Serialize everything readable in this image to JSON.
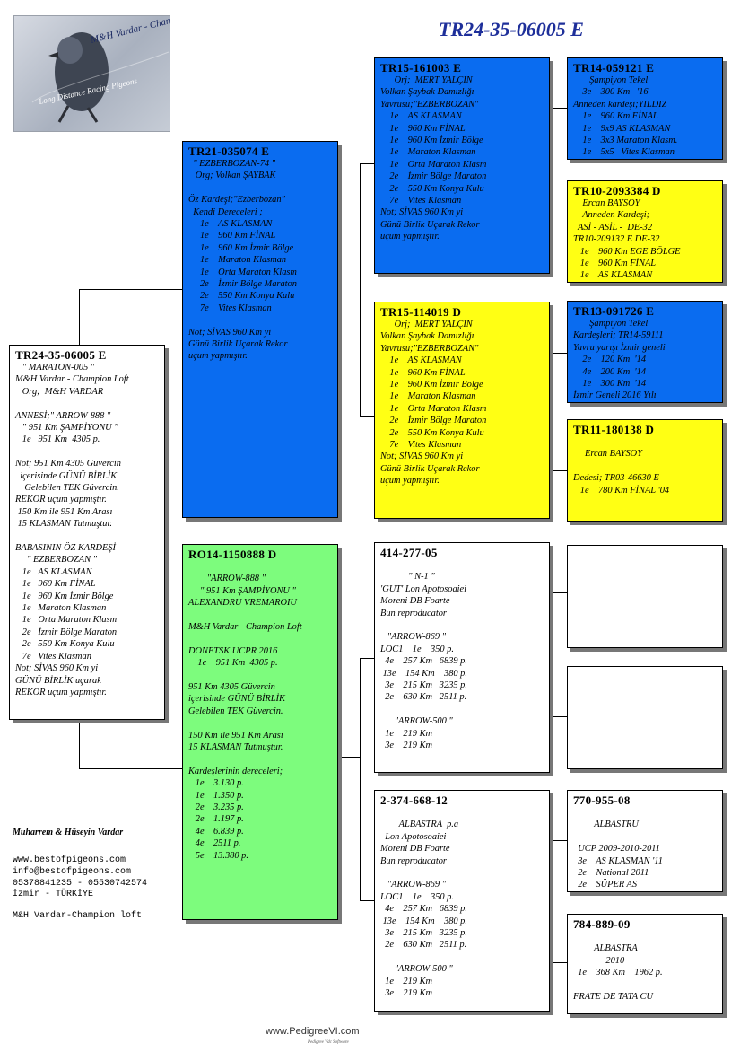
{
  "title": "TR24-35-06005 E",
  "logo": {
    "text_top": "M&H Vardar - Champion Loft",
    "text_bottom": "Long Distance Racing Pigeons"
  },
  "boxes": [
    {
      "id": "subject",
      "color": "white",
      "ring": "TR24-35-06005 E",
      "lines": [
        "   \" MARATON-005 \"",
        "M&H Vardar - Champion Loft",
        "   Org;  M&H VARDAR",
        "",
        "ANNESİ;\" ARROW-888 \"",
        "   \" 951 Km ŞAMPİYONU \"",
        "   1e   951 Km  4305 p.",
        "",
        "Not; 951 Km 4305 Güvercin",
        "  içerisinde GÜNÜ BİRLİK",
        "    Gelebilen TEK Güvercin.",
        "REKOR uçum yapmıştır.",
        " 150 Km ile 951 Km Arası",
        " 15 KLASMAN Tutmuştur.",
        "",
        "BABASININ ÖZ KARDEŞİ",
        "     \" EZBERBOZAN \"",
        "   1e   AS KLASMAN",
        "   1e   960 Km FİNAL",
        "   1e   960 Km İzmir Bölge",
        "   1e   Maraton Klasman",
        "   1e   Orta Maraton Klasm",
        "   2e   İzmir Bölge Maraton",
        "   2e   550 Km Konya Kulu",
        "   7e   Vites Klasman",
        "Not; SİVAS 960 Km yi",
        "GÜNÜ BİRLİK uçarak",
        "REKOR uçum yapmıştır."
      ]
    },
    {
      "id": "sire",
      "color": "blue",
      "ring": "TR21-035074 E",
      "lines": [
        "  \" EZBERBOZAN-74 \"",
        "   Org; Volkan ŞAYBAK",
        "",
        "Öz Kardeşi;\"Ezberbozan\"",
        "  Kendi Dereceleri ;",
        "     1e    AS KLASMAN",
        "     1e    960 Km FİNAL",
        "     1e    960 Km İzmir Bölge",
        "     1e    Maraton Klasman",
        "     1e    Orta Maraton Klasm",
        "     2e    İzmir Bölge Maraton",
        "     2e    550 Km Konya Kulu",
        "     7e    Vites Klasman",
        "",
        "Not; SİVAS 960 Km yi",
        "Günü Birlik Uçarak Rekor",
        "uçum yapmıştır."
      ]
    },
    {
      "id": "dam",
      "color": "green",
      "ring": "RO14-1150888 D",
      "lines": [
        "",
        "        \"ARROW-888 \"",
        "     \" 951 Km ŞAMPİYONU \"",
        "ALEXANDRU VREMAROIU",
        "",
        "M&H Vardar - Champion Loft",
        "",
        "DONETSK UCPR 2016",
        "    1e    951 Km  4305 p.",
        "",
        "951 Km 4305 Güvercin",
        "içerisinde GÜNÜ BİRLİK",
        "Gelebilen TEK Güvercin.",
        "",
        "150 Km ile 951 Km Arası",
        "15 KLASMAN Tutmuştur.",
        "",
        "Kardeşlerinin dereceleri;",
        "   1e    3.130 p.",
        "   1e    1.350 p.",
        "   2e    3.235 p.",
        "   2e    1.197 p.",
        "   4e    6.839 p.",
        "   4e    2511 p.",
        "   5e    13.380 p."
      ]
    },
    {
      "id": "ss",
      "color": "blue",
      "ring": "TR15-161003 E",
      "lines": [
        "      Orj;  MERT YALÇIN",
        "Volkan Şaybak Damızlığı",
        "Yavrusu;\"EZBERBOZAN\"",
        "    1e    AS KLASMAN",
        "    1e    960 Km FİNAL",
        "    1e    960 Km İzmir Bölge",
        "    1e    Maraton Klasman",
        "    1e    Orta Maraton Klasm",
        "    2e    İzmir Bölge Maraton",
        "    2e    550 Km Konya Kulu",
        "    7e    Vites Klasman",
        "Not; SİVAS 960 Km yi",
        "Günü Birlik Uçarak Rekor",
        "uçum yapmıştır."
      ]
    },
    {
      "id": "sd",
      "color": "yellow",
      "ring": "TR15-114019 D",
      "lines": [
        "      Orj;  MERT YALÇIN",
        "Volkan Şaybak Damızlığı",
        "Yavrusu;\"EZBERBOZAN\"",
        "    1e    AS KLASMAN",
        "    1e    960 Km FİNAL",
        "    1e    960 Km İzmir Bölge",
        "    1e    Maraton Klasman",
        "    1e    Orta Maraton Klasm",
        "    2e    İzmir Bölge Maraton",
        "    2e    550 Km Konya Kulu",
        "    7e    Vites Klasman",
        "Not; SİVAS 960 Km yi",
        "Günü Birlik Uçarak Rekor",
        "uçum yapmıştır."
      ]
    },
    {
      "id": "ds",
      "color": "white",
      "ring": "414-277-05",
      "lines": [
        "",
        "            \" N-1 \"",
        "'GUT' Lon Apotosoaiei",
        "Moreni DB Foarte",
        "Bun reproducator",
        "",
        "   \"ARROW-869 \"",
        "LOC1    1e    350 p.",
        "  4e    257 Km   6839 p.",
        " 13e    154 Km    380 p.",
        "  3e    215 Km   3235 p.",
        "  2e    630 Km   2511 p.",
        "",
        "      \"ARROW-500 \"",
        "  1e    219 Km",
        "  3e    219 Km"
      ]
    },
    {
      "id": "dd",
      "color": "white",
      "ring": "2-374-668-12",
      "lines": [
        "",
        "        ALBASTRA  p.a",
        "  Lon Apotosoaiei",
        "Moreni DB Foarte",
        "Bun reproducator",
        "",
        "   \"ARROW-869 \"",
        "LOC1    1e    350 p.",
        "  4e    257 Km   6839 p.",
        " 13e    154 Km    380 p.",
        "  3e    215 Km   3235 p.",
        "  2e    630 Km   2511 p.",
        "",
        "      \"ARROW-500 \"",
        "  1e    219 Km",
        "  3e    219 Km"
      ]
    },
    {
      "id": "sss",
      "color": "blue",
      "ring": "TR14-059121 E",
      "lines": [
        "       Şampiyon Tekel",
        "    3e    300 Km   '16",
        "Anneden kardeşi;YILDIZ",
        "    1e    960 Km FİNAL",
        "    1e    9x9 AS KLASMAN",
        "    1e    3x3 Maraton Klasm.",
        "    1e    5x5   Vites Klasman"
      ]
    },
    {
      "id": "ssd",
      "color": "yellow",
      "ring": "TR10-2093384 D",
      "lines": [
        "    Ercan BAYSOY",
        "    Anneden Kardeşi;",
        "  ASİ - ASİL -  DE-32",
        "TR10-209132 E DE-32",
        "   1e    960 Km EGE BÖLGE",
        "   1e    960 Km FİNAL",
        "   1e    AS KLASMAN"
      ]
    },
    {
      "id": "sds",
      "color": "blue",
      "ring": "TR13-091726 E",
      "lines": [
        "       Şampiyon Tekel",
        "Kardeşleri; TR14-59111",
        "Yavru yarışı İzmir geneli",
        "    2e    120 Km  '14",
        "    4e    200 Km  '14",
        "    1e    300 Km  '14",
        "İzmir Geneli 2016 Yılı"
      ]
    },
    {
      "id": "sdd",
      "color": "yellow",
      "ring": "TR11-180138 D",
      "lines": [
        "",
        "     Ercan BAYSOY",
        "",
        "Dedesi; TR03-46630 E",
        "   1e    780 Km FİNAL '04"
      ]
    },
    {
      "id": "dss",
      "color": "white",
      "ring": "",
      "lines": []
    },
    {
      "id": "dsd",
      "color": "white",
      "ring": "",
      "lines": []
    },
    {
      "id": "dds",
      "color": "white",
      "ring": "770-955-08",
      "lines": [
        "",
        "         ALBASTRU",
        "",
        "  UCP 2009-2010-2011",
        "  3e    AS KLASMAN '11",
        "  2e    National 2011",
        "  2e    SÜPER AS"
      ]
    },
    {
      "id": "ddd",
      "color": "white",
      "ring": "784-889-09",
      "lines": [
        "",
        "         ALBASTRA",
        "              2010",
        "  1e    368 Km    1962 p.",
        "",
        "FRATE DE TATA CU"
      ]
    }
  ],
  "footer": {
    "owner": "Muharrem & Hüseyin Vardar",
    "lines": [
      "www.bestofpigeons.com",
      "info@bestofpigeons.com",
      "05378841235 - 05530742574",
      "İzmir - TÜRKİYE"
    ],
    "loft": "M&H Vardar-Champion loft",
    "brand": "www.PedigreeVI.com",
    "brand_sub": "Pedigree Vdc Software"
  }
}
